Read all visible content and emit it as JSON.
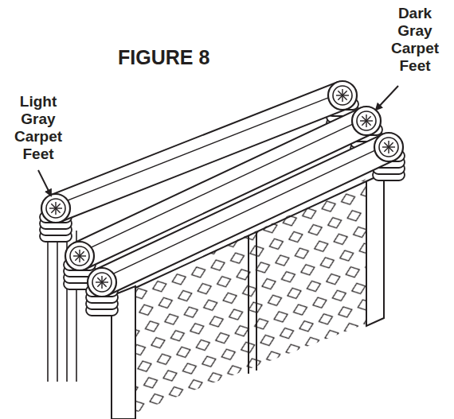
{
  "diagram": {
    "title": "FIGURE 8",
    "labels": [
      "Light Gray Carpet Feet",
      "Dark Gray Carpet Feet"
    ]
  }
}
